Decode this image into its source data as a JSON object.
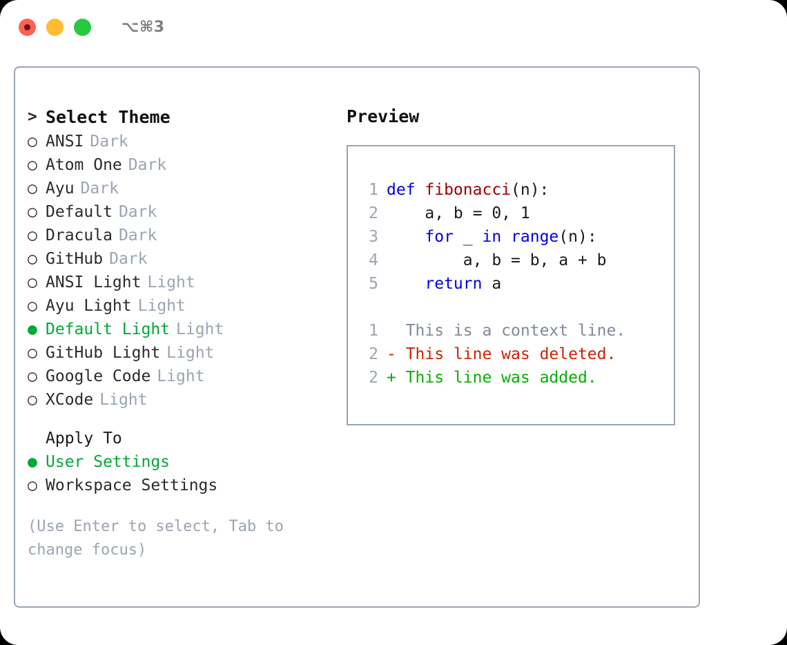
{
  "window": {
    "title": "⌥⌘3",
    "traffic_lights": [
      {
        "name": "close",
        "color": "#ff5f57"
      },
      {
        "name": "minimize",
        "color": "#febc2e"
      },
      {
        "name": "zoom",
        "color": "#28c840"
      }
    ]
  },
  "theme_list": {
    "header_marker": ">",
    "header": "Select Theme",
    "items": [
      {
        "marker": "○",
        "label": "ANSI",
        "tag": "Dark",
        "selected": false
      },
      {
        "marker": "○",
        "label": "Atom One",
        "tag": "Dark",
        "selected": false
      },
      {
        "marker": "○",
        "label": "Ayu",
        "tag": "Dark",
        "selected": false
      },
      {
        "marker": "○",
        "label": "Default",
        "tag": "Dark",
        "selected": false
      },
      {
        "marker": "○",
        "label": "Dracula",
        "tag": "Dark",
        "selected": false
      },
      {
        "marker": "○",
        "label": "GitHub",
        "tag": "Dark",
        "selected": false
      },
      {
        "marker": "○",
        "label": "ANSI Light",
        "tag": "Light",
        "selected": false
      },
      {
        "marker": "○",
        "label": "Ayu Light",
        "tag": "Light",
        "selected": false
      },
      {
        "marker": "●",
        "label": "Default Light",
        "tag": "Light",
        "selected": true
      },
      {
        "marker": "○",
        "label": "GitHub Light",
        "tag": "Light",
        "selected": false
      },
      {
        "marker": "○",
        "label": "Google Code",
        "tag": "Light",
        "selected": false
      },
      {
        "marker": "○",
        "label": "XCode",
        "tag": "Light",
        "selected": false
      }
    ]
  },
  "apply_to": {
    "label": "Apply To",
    "options": [
      {
        "marker": "●",
        "label": "User Settings",
        "selected": true
      },
      {
        "marker": "○",
        "label": "Workspace Settings",
        "selected": false
      }
    ]
  },
  "hint": "(Use Enter to select, Tab to change focus)",
  "preview": {
    "title": "Preview",
    "code_lines": [
      {
        "num": "1",
        "tokens": [
          {
            "t": "def ",
            "k": "kw"
          },
          {
            "t": "fibonacci",
            "k": "fn"
          },
          {
            "t": "(n):",
            "k": "txt"
          }
        ]
      },
      {
        "num": "2",
        "tokens": [
          {
            "t": "    a, b = 0, 1",
            "k": "txt"
          }
        ]
      },
      {
        "num": "3",
        "tokens": [
          {
            "t": "    ",
            "k": "txt"
          },
          {
            "t": "for",
            "k": "kw"
          },
          {
            "t": " _ ",
            "k": "txt"
          },
          {
            "t": "in",
            "k": "kw"
          },
          {
            "t": " ",
            "k": "txt"
          },
          {
            "t": "range",
            "k": "kw"
          },
          {
            "t": "(n):",
            "k": "txt"
          }
        ]
      },
      {
        "num": "4",
        "tokens": [
          {
            "t": "        a, b = b, a + b",
            "k": "txt"
          }
        ]
      },
      {
        "num": "5",
        "tokens": [
          {
            "t": "    ",
            "k": "txt"
          },
          {
            "t": "return",
            "k": "kw"
          },
          {
            "t": " a",
            "k": "txt"
          }
        ]
      }
    ],
    "diff_lines": [
      {
        "num": "1",
        "sign": " ",
        "text": " This is a context line.",
        "kind": "ctx"
      },
      {
        "num": "2",
        "sign": "-",
        "text": " This line was deleted.",
        "kind": "del"
      },
      {
        "num": "2",
        "sign": "+",
        "text": " This line was added.",
        "kind": "add"
      }
    ]
  },
  "colors": {
    "accent_green": "#00a838",
    "muted_gray": "#9aa4b2",
    "border": "#9aa5b4",
    "keyword_blue": "#0000e0",
    "function_red": "#a00000",
    "diff_deleted": "#cc2200",
    "diff_added": "#00b000"
  }
}
